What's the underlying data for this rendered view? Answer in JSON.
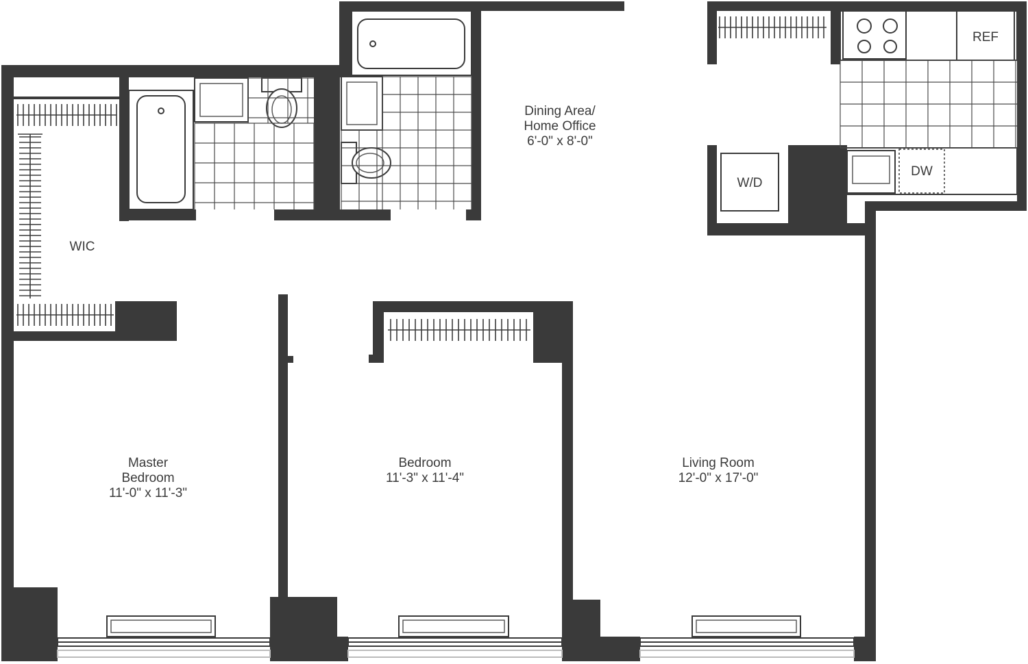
{
  "rooms": {
    "dining": {
      "name_line1": "Dining Area/",
      "name_line2": "Home Office",
      "dims": "6'-0\" x 8'-0\""
    },
    "wic": {
      "name": "WIC"
    },
    "master": {
      "name_line1": "Master",
      "name_line2": "Bedroom",
      "dims": "11'-0\" x 11'-3\""
    },
    "bedroom": {
      "name": "Bedroom",
      "dims": "11'-3\" x 11'-4\""
    },
    "living": {
      "name": "Living Room",
      "dims": "12'-0\" x 17'-0\""
    }
  },
  "appliances": {
    "washer_dryer": "W/D",
    "refrigerator": "REF",
    "dishwasher": "DW"
  },
  "colors": {
    "wall": "#3a3a3a",
    "background": "#ffffff"
  }
}
